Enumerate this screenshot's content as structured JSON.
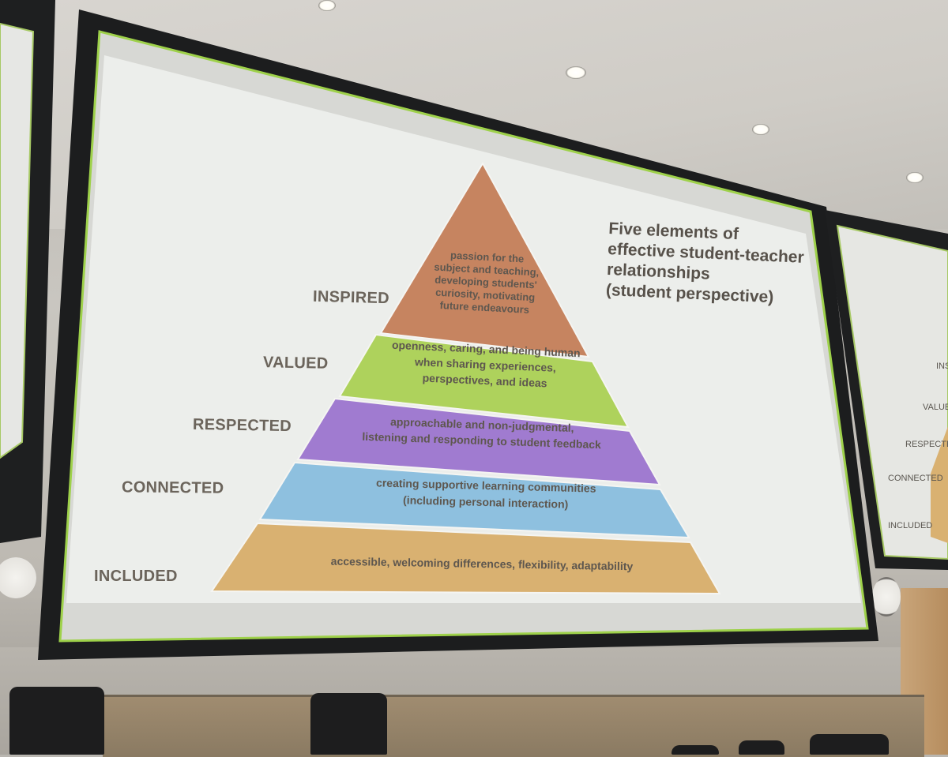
{
  "slide": {
    "title_lines": [
      "Five elements of",
      "effective student-teacher",
      "relationships",
      "(student perspective)"
    ],
    "levels": [
      {
        "name": "INSPIRED",
        "color": "#c68460",
        "lines": [
          "passion for the",
          "subject and teaching,",
          "developing students'",
          "curiosity, motivating",
          "future endeavours"
        ]
      },
      {
        "name": "VALUED",
        "color": "#aed25c",
        "lines": [
          "openness, caring, and being human",
          "when sharing experiences,",
          "perspectives, and ideas"
        ]
      },
      {
        "name": "RESPECTED",
        "color": "#a07bd0",
        "lines": [
          "approachable and non-judgmental,",
          "listening and responding to student feedback"
        ]
      },
      {
        "name": "CONNECTED",
        "color": "#8ec0df",
        "lines": [
          "creating supportive learning communities",
          "(including personal interaction)"
        ]
      },
      {
        "name": "INCLUDED",
        "color": "#d9b171",
        "lines": [
          "accessible, welcoming differences, flexibility, adaptability"
        ]
      }
    ]
  },
  "side_screen": {
    "labels": [
      "INSP",
      "VALUED",
      "RESPECTED",
      "CONNECTED",
      "INCLUDED"
    ]
  }
}
